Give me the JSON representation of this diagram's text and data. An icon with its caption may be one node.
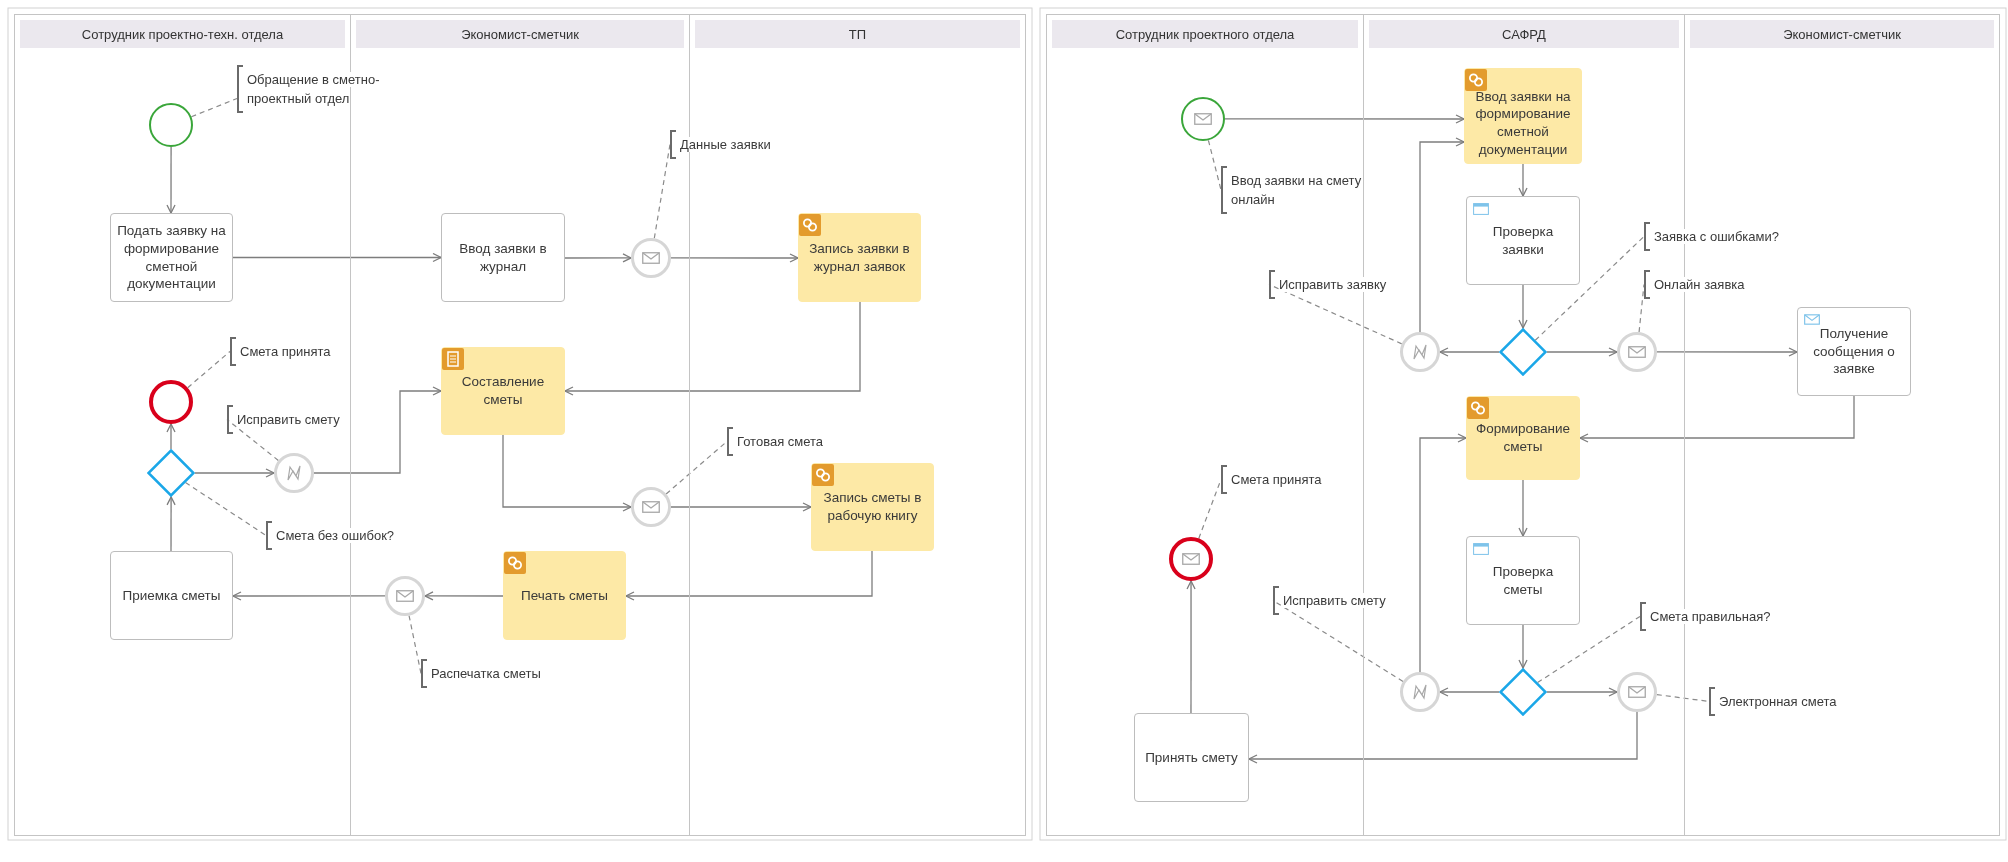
{
  "diagram": {
    "nodes": [
      {
        "text": [
          "Сотрудник проектно-техн. отдела"
        ]
      },
      {
        "text": [
          "Экономист-сметчик"
        ]
      },
      {
        "text": [
          "ТП"
        ]
      },
      {
        "text": [],
        "shape": "circle",
        "in": 0
      },
      {
        "text": [
          "Обращение в сметно-проектный отдел"
        ]
      },
      {
        "text": [
          "Подать заявку на формирование сметной документации"
        ],
        "in": 0
      },
      {
        "text": [
          "Ввод заявки в журнал"
        ],
        "in": 1
      },
      {
        "text": [],
        "shape": "circle",
        "in": 1
      },
      {
        "text": [
          "Данные заявки"
        ]
      },
      {
        "text": [
          "Запись заявки в журнал заявок"
        ],
        "in": 2
      },
      {
        "text": [
          "Смета принята"
        ],
        "in": 0
      },
      {
        "text": [],
        "shape": "circle",
        "in": 0
      },
      {
        "text": [
          "Исправить смету"
        ]
      },
      {
        "text": [
          "Составление сметы"
        ],
        "in": 1
      },
      {
        "text": [],
        "shape": "diamond",
        "in": 0
      },
      {
        "text": [],
        "shape": "circle",
        "in": 0
      },
      {
        "text": [
          "Готовая смета"
        ],
        "in": 2
      },
      {
        "text": [],
        "shape": "circle",
        "in": 1
      },
      {
        "text": [
          "Запись сметы в рабочую книгу"
        ],
        "in": 2
      },
      {
        "text": [
          "Смета без ошибок?"
        ]
      },
      {
        "text": [
          "Приемка сметы"
        ],
        "in": 0
      },
      {
        "text": [],
        "shape": "circle",
        "in": 1
      },
      {
        "text": [
          "Печать сметы"
        ],
        "in": 1
      },
      {
        "text": [
          "Распечатка сметы"
        ],
        "in": 1
      },
      {
        "text": [
          "Сотрудник проектного отдела"
        ]
      },
      {
        "text": [
          "САФРД"
        ]
      },
      {
        "text": [
          "Экономист-сметчик"
        ]
      },
      {
        "text": [],
        "shape": "circle",
        "in": 24
      },
      {
        "text": [
          "Ввод заявки на формирование сметной документации"
        ],
        "in": 25
      },
      {
        "text": [
          "Ввод заявки на смету онлайн"
        ]
      },
      {
        "text": [
          "Проверка заявки"
        ],
        "in": 25
      },
      {
        "text": [
          "Заявка с ошибками?"
        ]
      },
      {
        "text": [
          "Исправить заявку"
        ]
      },
      {
        "text": [
          "Онлайн заявка"
        ]
      },
      {
        "text": [],
        "shape": "circle",
        "in": 25
      },
      {
        "text": [],
        "shape": "diamond",
        "in": 25
      },
      {
        "text": [],
        "shape": "circle",
        "in": 25
      },
      {
        "text": [
          "Получение сообщения о заявке"
        ],
        "in": 26
      },
      {
        "text": [
          "Формирование сметы"
        ],
        "in": 25
      },
      {
        "text": [
          "Смета принята"
        ],
        "in": 24
      },
      {
        "text": [],
        "shape": "circle",
        "in": 24
      },
      {
        "text": [
          "Проверка сметы"
        ],
        "in": 25
      },
      {
        "text": [
          "Исправить смету"
        ]
      },
      {
        "text": [
          "Смета правильная?"
        ]
      },
      {
        "text": [],
        "shape": "circle",
        "in": 25
      },
      {
        "text": [],
        "shape": "diamond",
        "in": 25
      },
      {
        "text": [],
        "shape": "circle",
        "in": 25
      },
      {
        "text": [
          "Электронная смета"
        ],
        "in": 26
      },
      {
        "text": [
          "Принять смету"
        ],
        "in": 24
      }
    ],
    "edges": [
      {
        "from": 3,
        "to": 5,
        "arrow": "to"
      },
      {
        "from": 5,
        "to": 6,
        "arrow": "to"
      },
      {
        "from": 6,
        "to": 7,
        "arrow": "to"
      },
      {
        "from": 7,
        "to": 9,
        "arrow": "to"
      },
      {
        "from": 9,
        "to": 13,
        "arrow": "to"
      },
      {
        "from": 13,
        "to": 17,
        "arrow": "to"
      },
      {
        "from": 17,
        "to": 18,
        "arrow": "to"
      },
      {
        "from": 18,
        "to": 22,
        "arrow": "to"
      },
      {
        "from": 22,
        "to": 21,
        "arrow": "to"
      },
      {
        "from": 21,
        "to": 20,
        "arrow": "to"
      },
      {
        "from": 20,
        "to": 14,
        "arrow": "to"
      },
      {
        "from": 14,
        "to": 11,
        "arrow": "to"
      },
      {
        "from": 14,
        "to": 15,
        "arrow": "to"
      },
      {
        "from": 15,
        "to": 13,
        "arrow": "to"
      },
      {
        "from": 3,
        "to": 4,
        "arrow": "none",
        "style": "dashed"
      },
      {
        "from": 7,
        "to": 8,
        "arrow": "none",
        "style": "dashed"
      },
      {
        "from": 11,
        "to": 10,
        "arrow": "none",
        "style": "dashed"
      },
      {
        "from": 15,
        "to": 12,
        "arrow": "none",
        "style": "dashed"
      },
      {
        "from": 17,
        "to": 16,
        "arrow": "none",
        "style": "dashed"
      },
      {
        "from": 14,
        "to": 19,
        "arrow": "none",
        "style": "dashed"
      },
      {
        "from": 21,
        "to": 23,
        "arrow": "none",
        "style": "dashed"
      },
      {
        "from": 27,
        "to": 28,
        "arrow": "to"
      },
      {
        "from": 28,
        "to": 30,
        "arrow": "to"
      },
      {
        "from": 30,
        "to": 35,
        "arrow": "to"
      },
      {
        "from": 35,
        "to": 34,
        "arrow": "to"
      },
      {
        "from": 35,
        "to": 36,
        "arrow": "to"
      },
      {
        "from": 34,
        "to": 28,
        "arrow": "to"
      },
      {
        "from": 36,
        "to": 37,
        "arrow": "to"
      },
      {
        "from": 37,
        "to": 38,
        "arrow": "to"
      },
      {
        "from": 38,
        "to": 41,
        "arrow": "to"
      },
      {
        "from": 41,
        "to": 45,
        "arrow": "to"
      },
      {
        "from": 45,
        "to": 44,
        "arrow": "to"
      },
      {
        "from": 45,
        "to": 46,
        "arrow": "to"
      },
      {
        "from": 44,
        "to": 38,
        "arrow": "to"
      },
      {
        "from": 46,
        "to": 48,
        "arrow": "to"
      },
      {
        "from": 48,
        "to": 40,
        "arrow": "to"
      },
      {
        "from": 27,
        "to": 29,
        "arrow": "none",
        "style": "dashed"
      },
      {
        "from": 35,
        "to": 31,
        "arrow": "none",
        "style": "dashed"
      },
      {
        "from": 34,
        "to": 32,
        "arrow": "none",
        "style": "dashed"
      },
      {
        "from": 36,
        "to": 33,
        "arrow": "none",
        "style": "dashed"
      },
      {
        "from": 40,
        "to": 39,
        "arrow": "none",
        "style": "dashed"
      },
      {
        "from": 44,
        "to": 42,
        "arrow": "none",
        "style": "dashed"
      },
      {
        "from": 45,
        "to": 43,
        "arrow": "none",
        "style": "dashed"
      },
      {
        "from": 46,
        "to": 47,
        "arrow": "none",
        "style": "dashed"
      }
    ]
  }
}
